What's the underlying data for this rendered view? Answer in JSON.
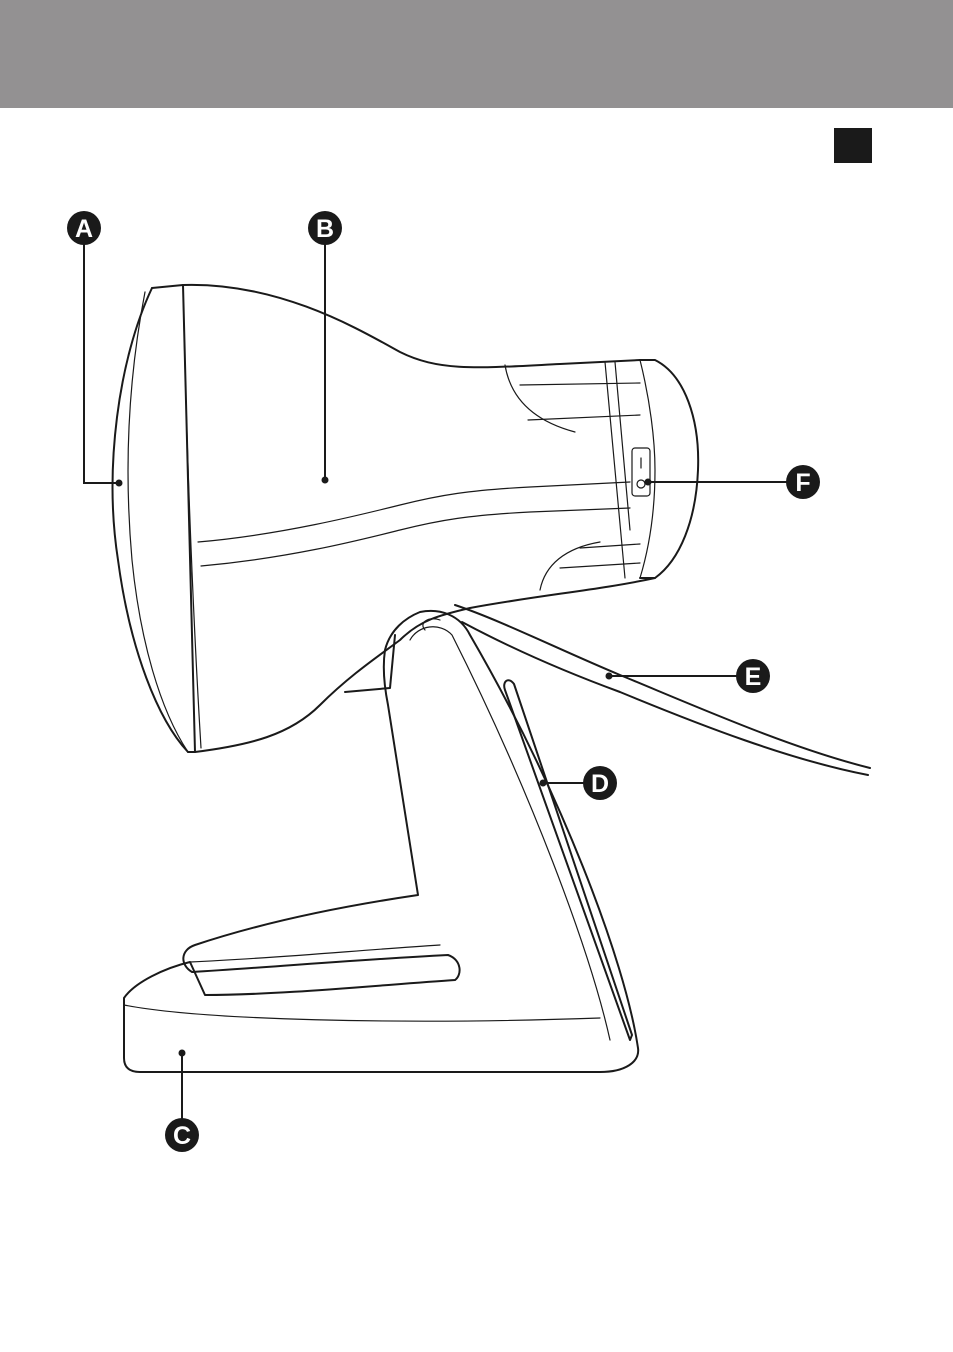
{
  "header": {
    "band_color": "#939192",
    "tab_color": "#1a1a1a"
  },
  "diagram": {
    "line_color": "#1a1a1a",
    "callouts": [
      {
        "id": "A",
        "label": "A"
      },
      {
        "id": "B",
        "label": "B"
      },
      {
        "id": "C",
        "label": "C"
      },
      {
        "id": "D",
        "label": "D"
      },
      {
        "id": "E",
        "label": "E"
      },
      {
        "id": "F",
        "label": "F"
      }
    ]
  }
}
